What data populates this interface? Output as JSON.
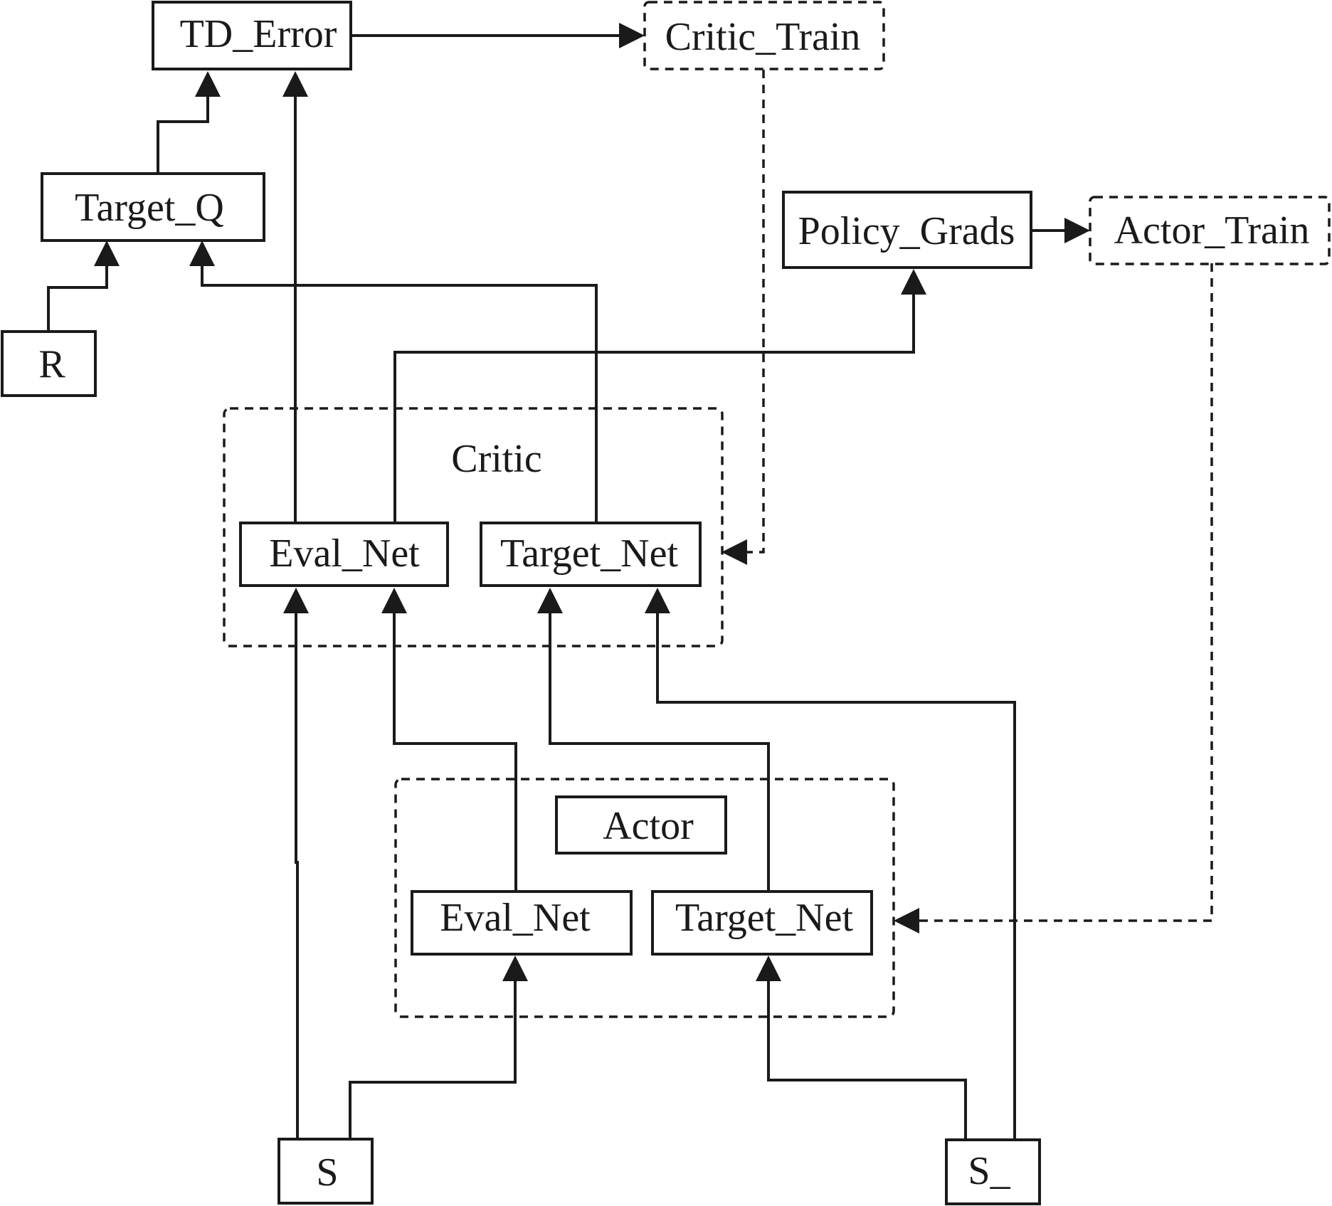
{
  "nodes": {
    "td_error": "TD_Error",
    "critic_train": "Critic_Train",
    "target_q": "Target_Q",
    "policy_grads": "Policy_Grads",
    "actor_train": "Actor_Train",
    "r": "R",
    "critic_group": "Critic",
    "critic_eval_net": "Eval_Net",
    "critic_target_net": "Target_Net",
    "actor_group": "Actor",
    "actor_eval_net": "Eval_Net",
    "actor_target_net": "Target_Net",
    "s": "S",
    "s_next": "S_"
  },
  "edges": [
    {
      "from": "td_error",
      "to": "critic_train",
      "style": "solid"
    },
    {
      "from": "target_q",
      "to": "td_error",
      "style": "solid"
    },
    {
      "from": "r",
      "to": "target_q",
      "style": "solid"
    },
    {
      "from": "critic_eval_net",
      "to": "td_error",
      "style": "solid"
    },
    {
      "from": "critic_target_net",
      "to": "target_q",
      "style": "solid"
    },
    {
      "from": "critic_eval_net",
      "to": "policy_grads",
      "style": "solid"
    },
    {
      "from": "policy_grads",
      "to": "actor_train",
      "style": "solid"
    },
    {
      "from": "critic_train",
      "to": "critic_group",
      "style": "dashed"
    },
    {
      "from": "actor_train",
      "to": "actor_group",
      "style": "dashed"
    },
    {
      "from": "s",
      "to": "critic_eval_net",
      "style": "solid"
    },
    {
      "from": "s",
      "to": "actor_eval_net",
      "style": "solid"
    },
    {
      "from": "actor_eval_net",
      "to": "critic_eval_net",
      "style": "solid"
    },
    {
      "from": "actor_target_net",
      "to": "critic_target_net",
      "style": "solid"
    },
    {
      "from": "s_next",
      "to": "critic_target_net",
      "style": "solid"
    },
    {
      "from": "s_next",
      "to": "actor_target_net",
      "style": "solid"
    }
  ]
}
